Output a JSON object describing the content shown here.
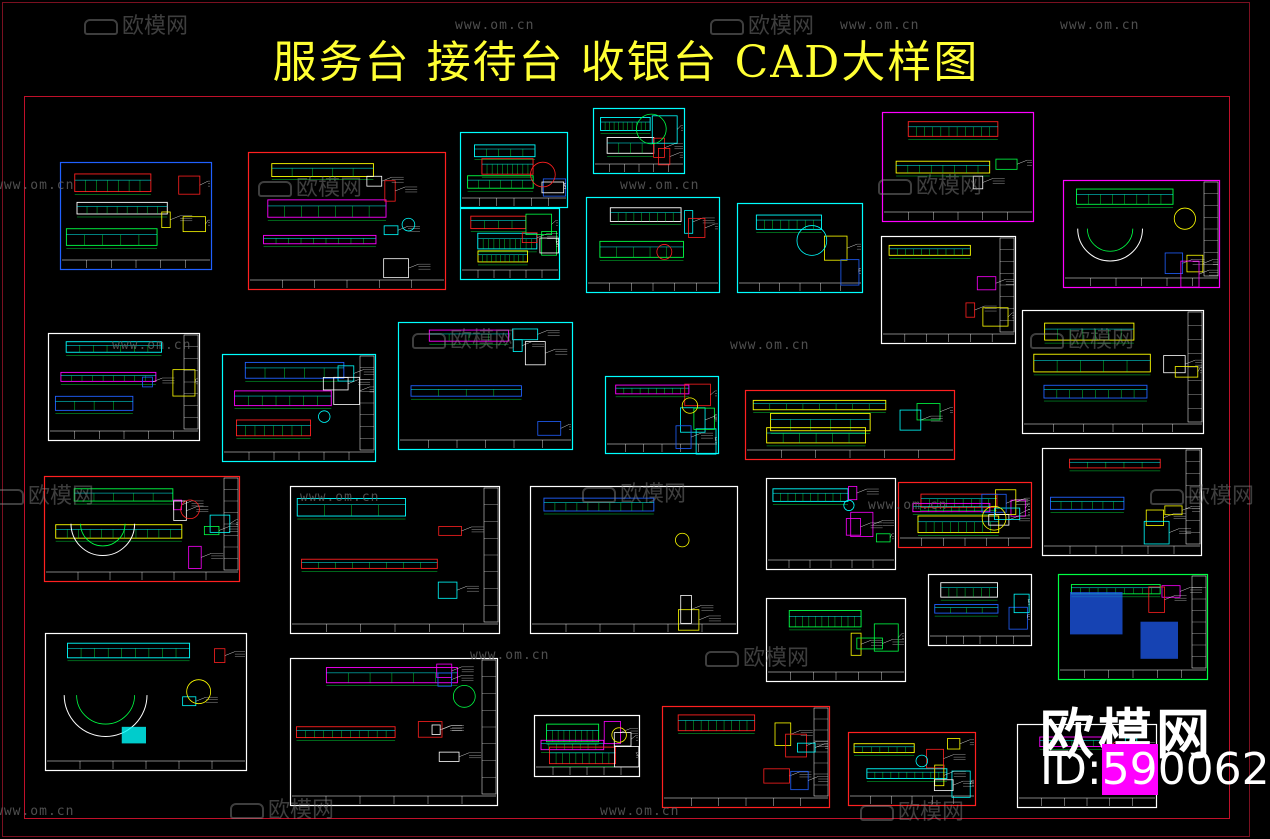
{
  "title": "服务台 接待台 收银台 CAD大样图",
  "watermark": {
    "site": "www.om.cn",
    "logo": "欧模网",
    "icon": "sofa-logo-icon"
  },
  "brand": {
    "name": "欧模网",
    "id_prefix": "ID:",
    "id_highlight": "59",
    "id_rest": "0062"
  },
  "colors": {
    "background": "#000000",
    "title": "#ffff33",
    "border": "#c0102a",
    "cyan": "#00ffff",
    "green": "#00ff44",
    "yellow": "#ffff00",
    "red": "#ff2020",
    "blue": "#2060ff",
    "magenta": "#ff00ff",
    "white": "#ffffff"
  }
}
